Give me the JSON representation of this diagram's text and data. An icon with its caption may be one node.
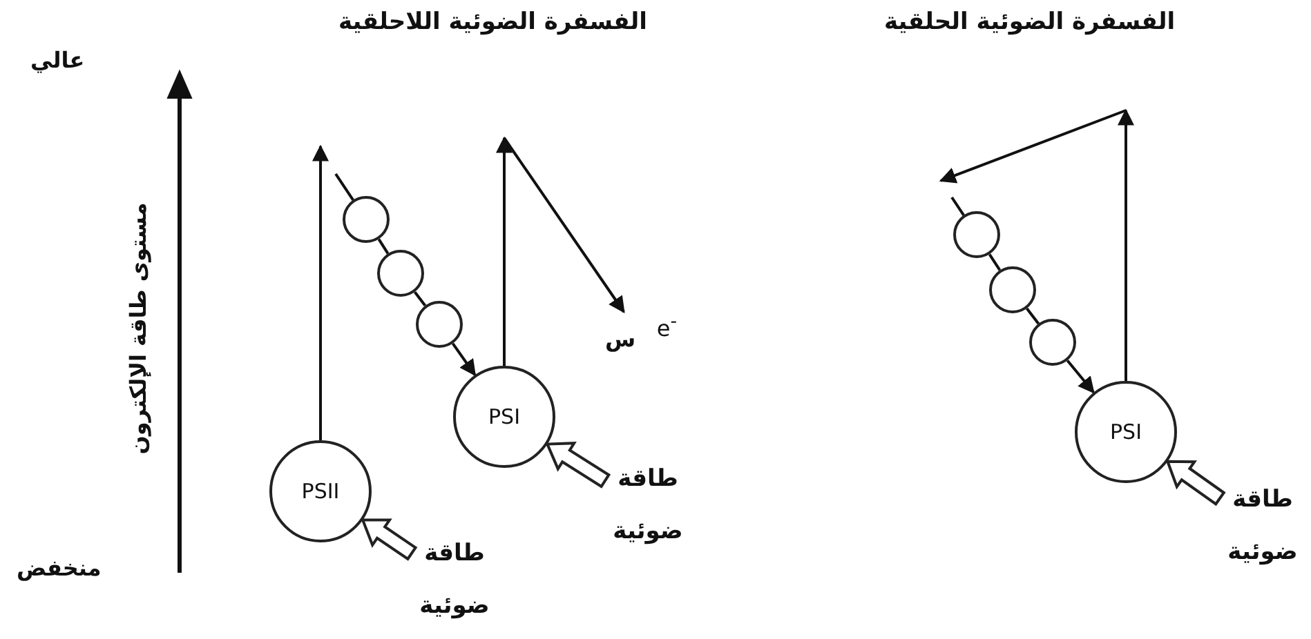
{
  "diagram": {
    "nodes": [
      {
        "text": [
          "PSII"
        ]
      },
      {
        "text": [
          "PSI"
        ]
      },
      {
        "text": [],
        "shape": "circle"
      },
      {
        "text": [],
        "shape": "circle"
      },
      {
        "text": [],
        "shape": "circle"
      },
      {
        "text": [
          "e$^{-}$",
          "س"
        ]
      },
      {
        "text": [
          "طاقة ضوئية"
        ]
      },
      {
        "text": [
          "طاقة ضوئية"
        ]
      },
      {
        "text": [
          "PSI"
        ]
      },
      {
        "text": [],
        "shape": "circle"
      },
      {
        "text": [],
        "shape": "circle"
      },
      {
        "text": [],
        "shape": "circle"
      },
      {
        "text": [
          "طاقة ضوئية"
        ]
      }
    ],
    "edges": [
      {
        "from": 0,
        "to": null,
        "arrow": "to"
      },
      {
        "from": 2,
        "to": 3,
        "arrow": "none"
      },
      {
        "from": 3,
        "to": 4,
        "arrow": "none"
      },
      {
        "from": 4,
        "to": 1,
        "arrow": "to"
      },
      {
        "from": 1,
        "to": 5,
        "arrow": "to"
      },
      {
        "from": 6,
        "to": 0,
        "arrow": "to"
      },
      {
        "from": 7,
        "to": 1,
        "arrow": "to"
      },
      {
        "from": 8,
        "to": null,
        "arrow": "to"
      },
      {
        "from": 9,
        "to": 10,
        "arrow": "none"
      },
      {
        "from": 10,
        "to": 11,
        "arrow": "none"
      },
      {
        "from": 11,
        "to": 8,
        "arrow": "to"
      },
      {
        "from": 12,
        "to": 8,
        "arrow": "to"
      },
      {
        "from": null,
        "to": 2,
        "arrow": "none"
      },
      {
        "from": null,
        "to": 9,
        "arrow": "none"
      }
    ],
    "labels": [
      "الفسفرة الضوئية الحلقية",
      "الفسفرة الضوئية اللاحلقية",
      "عالي",
      "مستوى طاقة الإلكترون",
      "منخفض"
    ]
  }
}
